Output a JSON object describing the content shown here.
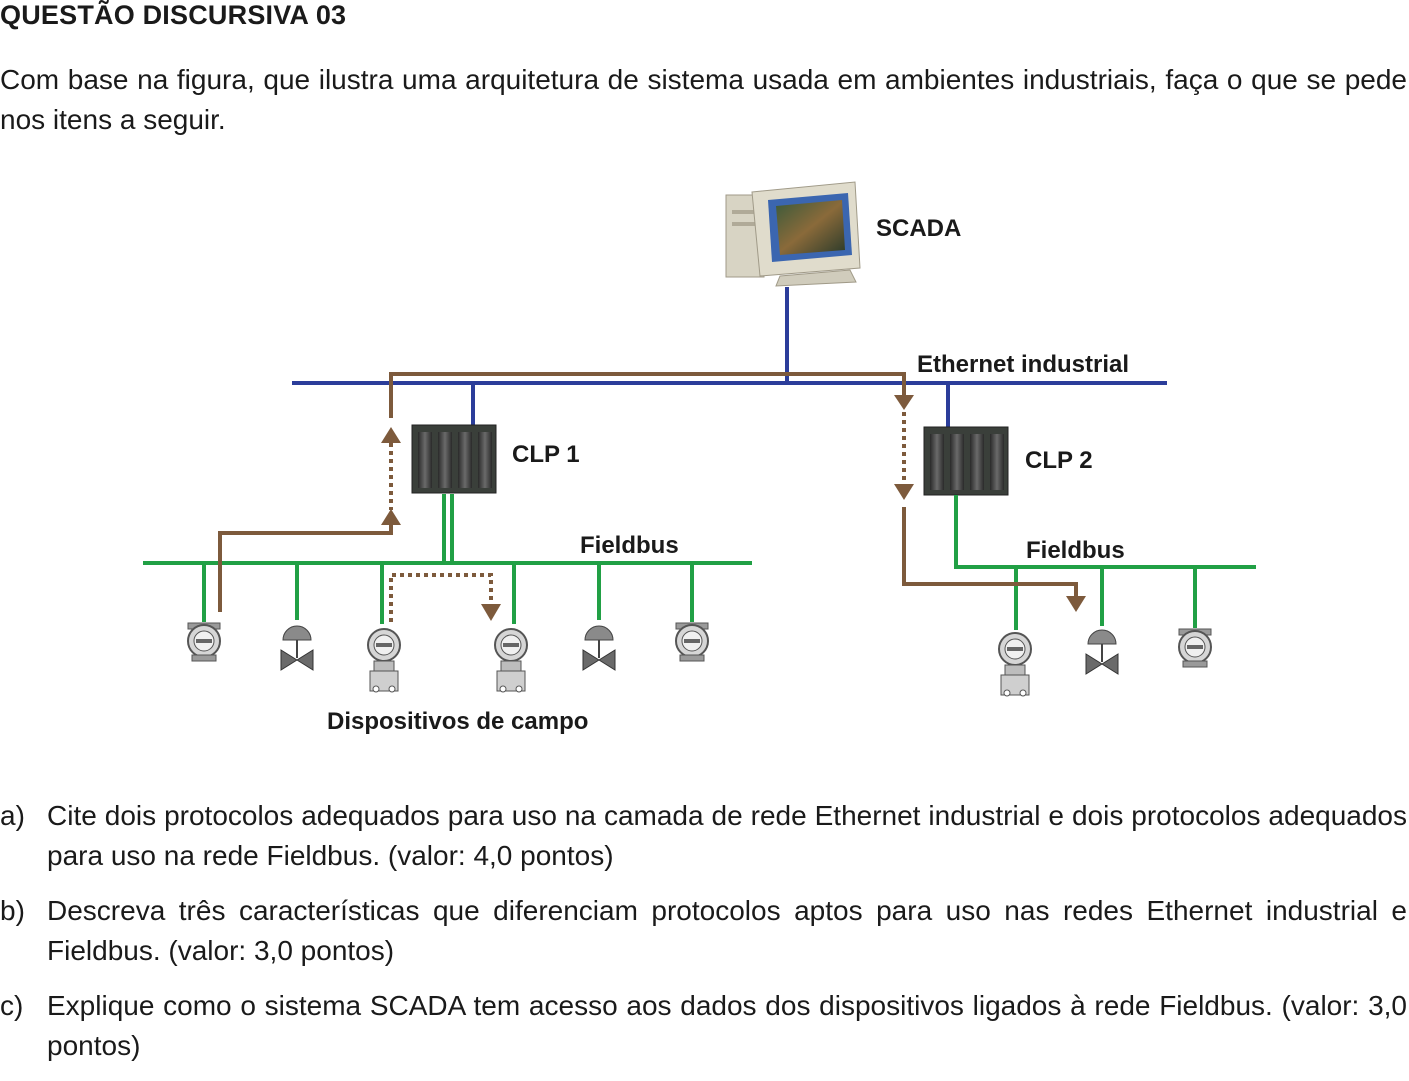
{
  "question": {
    "title": "QUESTÃO DISCURSIVA 03",
    "intro": "Com base na figura, que ilustra uma arquitetura de sistema usada em ambientes industriais, faça o que se pede nos itens a seguir."
  },
  "figure": {
    "scada_label": "SCADA",
    "ethernet_label": "Ethernet industrial",
    "clp1_label": "CLP 1",
    "clp2_label": "CLP 2",
    "fieldbus1_label": "Fieldbus",
    "fieldbus2_label": "Fieldbus",
    "devices_label": "Dispositivos de campo",
    "colors": {
      "ethernet": "#2b3d9a",
      "fieldbus": "#21a045",
      "data_flow": "#7d5a3c",
      "device": "#7a7a7a"
    },
    "icons": [
      "computer-monitor-icon",
      "plc-rack-icon",
      "transmitter-icon",
      "control-valve-icon",
      "pressure-transmitter-icon"
    ]
  },
  "items": [
    {
      "letter": "a)",
      "text": "Cite dois protocolos adequados para uso na camada de rede Ethernet industrial e dois protocolos adequados para uso na rede Fieldbus. (valor: 4,0 pontos)"
    },
    {
      "letter": "b)",
      "text": "Descreva três características que diferenciam protocolos aptos para uso nas redes Ethernet industrial e Fieldbus. (valor: 3,0 pontos)"
    },
    {
      "letter": "c)",
      "text": "Explique como o sistema SCADA tem acesso aos dados dos dispositivos ligados à rede Fieldbus. (valor: 3,0 pontos)"
    }
  ]
}
